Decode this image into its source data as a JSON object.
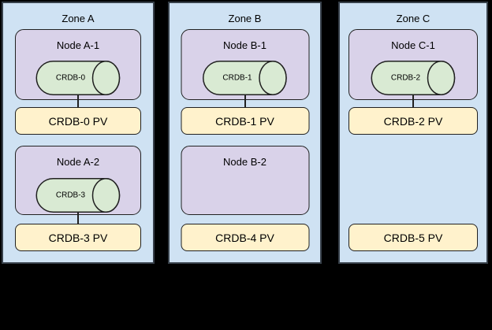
{
  "colors": {
    "zone_fill": "#cfe2f3",
    "zone_border": "#37404a",
    "node_fill": "#d9d2e9",
    "pod_fill": "#d9ead3",
    "pv_fill": "#fff2cc",
    "shape_border": "#212121",
    "text_color": "#000000"
  },
  "zones": [
    {
      "label": "Zone A",
      "nodes": [
        {
          "label": "Node A-1",
          "pod": "CRDB-0"
        },
        {
          "label": "Node A-2",
          "pod": "CRDB-3"
        }
      ],
      "pvs": [
        {
          "label": "CRDB-0 PV",
          "connected": true
        },
        {
          "label": "CRDB-3 PV",
          "connected": true
        }
      ]
    },
    {
      "label": "Zone B",
      "nodes": [
        {
          "label": "Node B-1",
          "pod": "CRDB-1"
        },
        {
          "label": "Node B-2",
          "pod": null
        }
      ],
      "pvs": [
        {
          "label": "CRDB-1 PV",
          "connected": true
        },
        {
          "label": "CRDB-4 PV",
          "connected": false
        }
      ]
    },
    {
      "label": "Zone C",
      "nodes": [
        {
          "label": "Node C-1",
          "pod": "CRDB-2"
        }
      ],
      "pvs": [
        {
          "label": "CRDB-2 PV",
          "connected": true
        },
        {
          "label": "CRDB-5 PV",
          "connected": false
        }
      ]
    }
  ]
}
